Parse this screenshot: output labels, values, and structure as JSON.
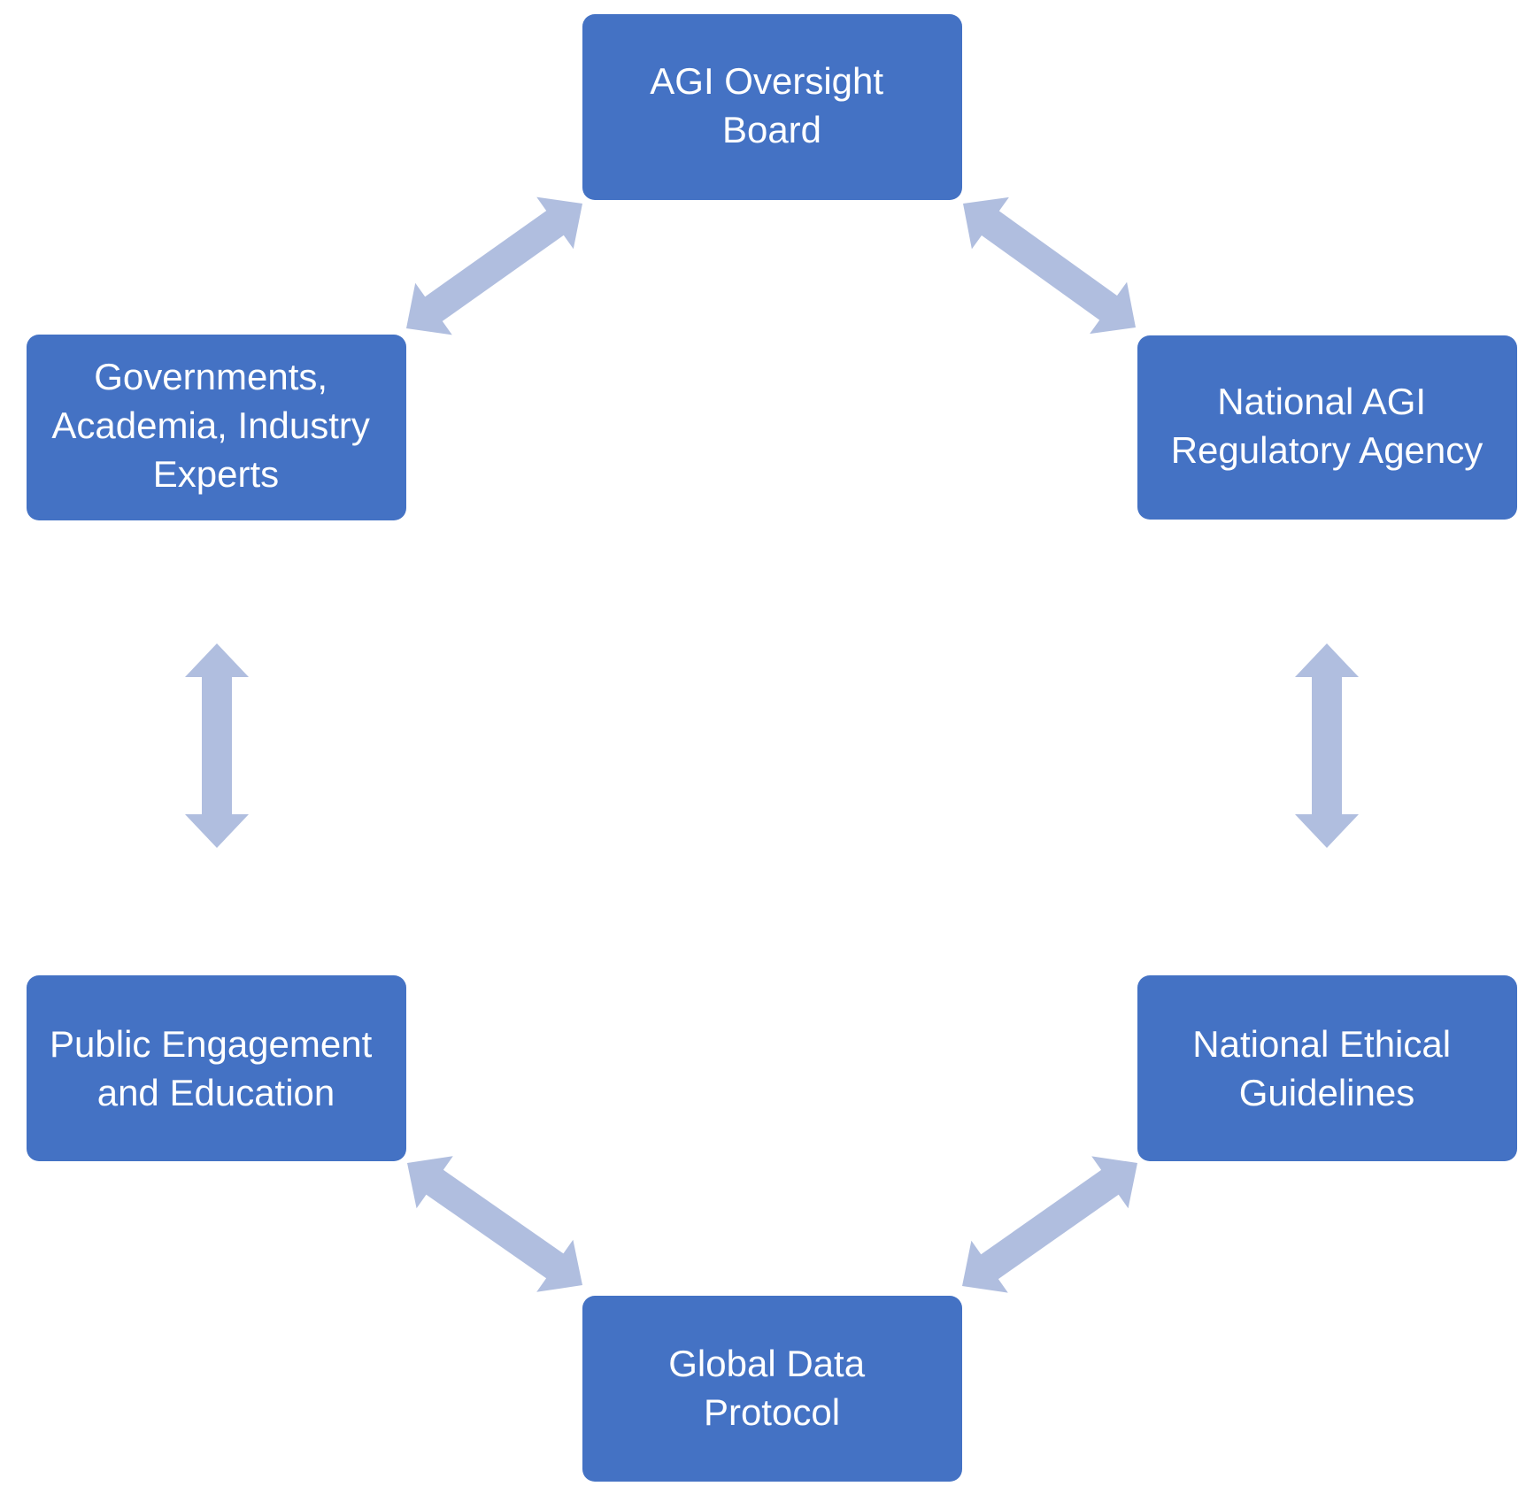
{
  "diagram": {
    "nodes": [
      {
        "id": "agi-oversight-board",
        "lines": [
          "AGI Oversight",
          "Board"
        ]
      },
      {
        "id": "national-agi-regulatory-agency",
        "lines": [
          "National AGI",
          "Regulatory Agency"
        ]
      },
      {
        "id": "national-ethical-guidelines",
        "lines": [
          "National Ethical",
          "Guidelines"
        ]
      },
      {
        "id": "global-data-protocol",
        "lines": [
          "Global Data",
          "Protocol"
        ]
      },
      {
        "id": "public-engagement-and-education",
        "lines": [
          "Public Engagement",
          "and Education"
        ]
      },
      {
        "id": "governments-academia-industry-experts",
        "lines": [
          "Governments,",
          "Academia, Industry",
          "Experts"
        ]
      }
    ],
    "connections": [
      {
        "from": "agi-oversight-board",
        "to": "national-agi-regulatory-agency",
        "direction": "bidirectional"
      },
      {
        "from": "national-agi-regulatory-agency",
        "to": "national-ethical-guidelines",
        "direction": "bidirectional"
      },
      {
        "from": "national-ethical-guidelines",
        "to": "global-data-protocol",
        "direction": "bidirectional"
      },
      {
        "from": "global-data-protocol",
        "to": "public-engagement-and-education",
        "direction": "bidirectional"
      },
      {
        "from": "public-engagement-and-education",
        "to": "governments-academia-industry-experts",
        "direction": "bidirectional"
      },
      {
        "from": "governments-academia-industry-experts",
        "to": "agi-oversight-board",
        "direction": "bidirectional"
      }
    ],
    "colors": {
      "node_fill": "#4472c4",
      "node_text": "#ffffff",
      "arrow_fill": "#b0bedf"
    }
  }
}
